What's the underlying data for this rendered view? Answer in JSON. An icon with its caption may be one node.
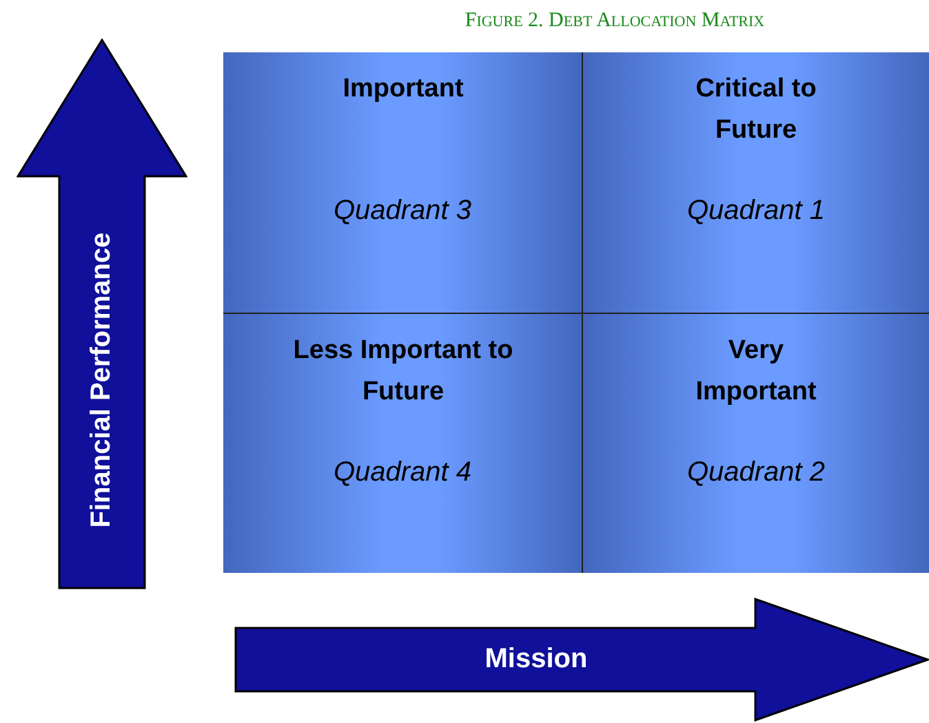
{
  "diagram": {
    "title": "Figure 2. Debt Allocation Matrix",
    "nodes": [
      {
        "text": [
          "Financial Performance"
        ]
      },
      {
        "text": [
          "Important",
          "Quadrant 3"
        ]
      },
      {
        "text": [
          "Critical to Future",
          "Quadrant 1"
        ]
      },
      {
        "text": [
          "Less Important to Future",
          "Quadrant 4"
        ]
      },
      {
        "text": [
          "Very Important",
          "Quadrant 2"
        ]
      },
      {
        "text": [
          "Mission"
        ]
      }
    ],
    "edges": []
  }
}
